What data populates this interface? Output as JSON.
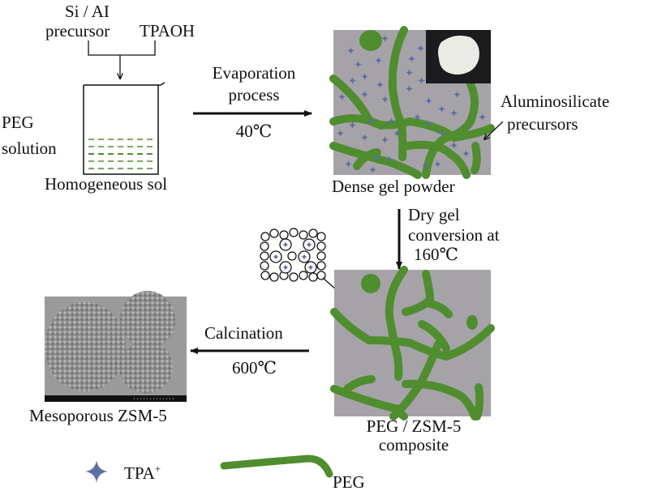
{
  "colors": {
    "gel_bg": "#a6a3a8",
    "peg_green": "#4f8d2f",
    "tpa_star": "#5b6fa3",
    "ink": "#111111"
  },
  "inputs": {
    "line1": "Si / AI",
    "line2a": "precursor",
    "line2b": "TPAOH"
  },
  "beaker": {
    "label_side_1": "PEG",
    "label_side_2": "solution",
    "caption": "Homogeneous sol"
  },
  "step1": {
    "line1": "Evaporation",
    "line2": "process",
    "temp": "40℃"
  },
  "gel": {
    "caption": "Dense gel powder",
    "annotation_1": "Aluminosilicate",
    "annotation_2": "precursors"
  },
  "step2": {
    "line1": "Dry gel",
    "line2": "conversion at",
    "temp": "160℃"
  },
  "composite": {
    "caption_1": "PEG / ZSM-5",
    "caption_2": "composite"
  },
  "step3": {
    "line1": "Calcination",
    "temp": "600℃"
  },
  "product": {
    "caption": "Mesoporous ZSM-5"
  },
  "legend": {
    "tpa_label": "TPA",
    "tpa_sup": "+",
    "peg_label": "PEG"
  }
}
